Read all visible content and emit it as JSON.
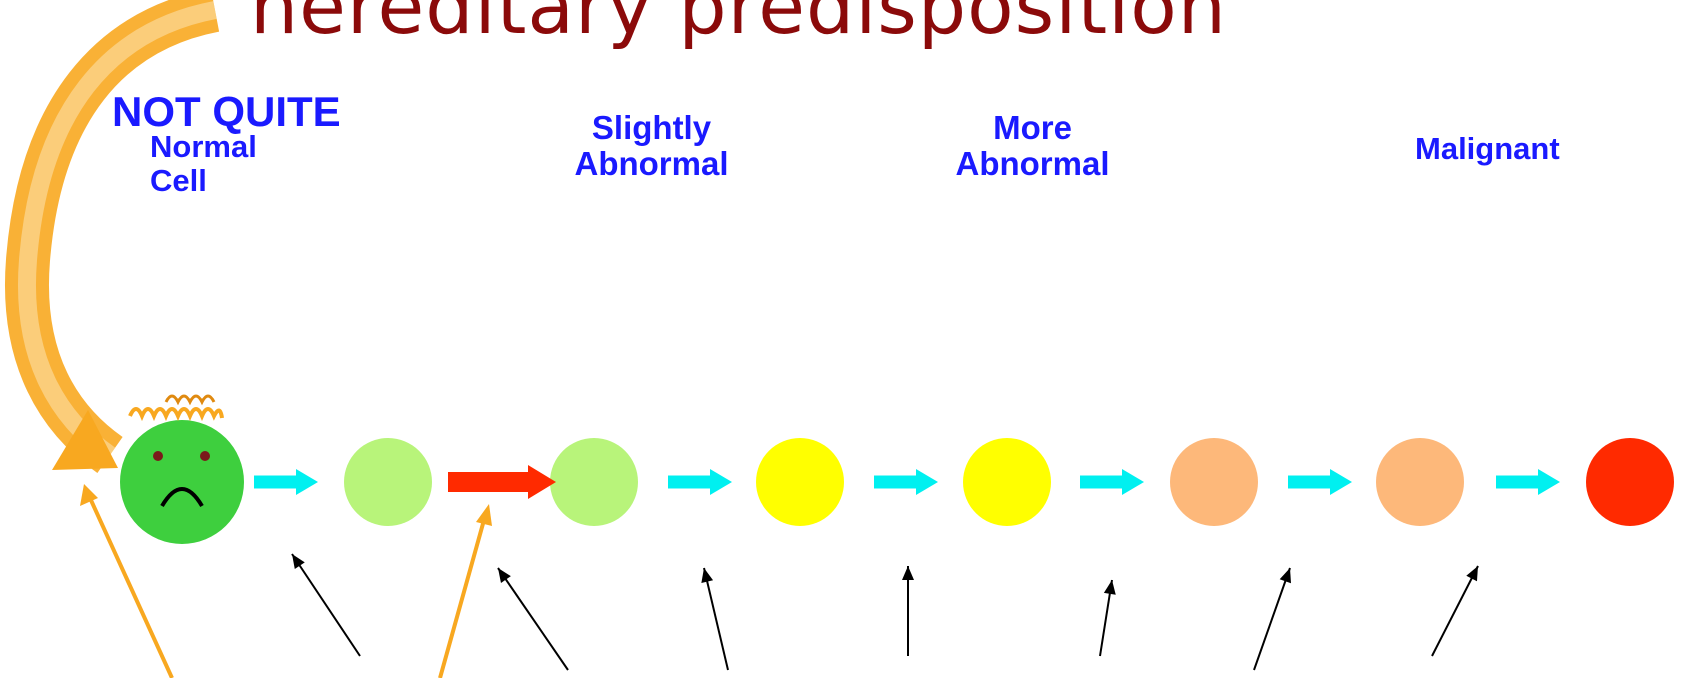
{
  "title": "hereditary predisposition",
  "stage_labels": {
    "not_quite": "NOT QUITE",
    "normal_line1": "Normal",
    "normal_line2": "Cell",
    "slightly_line1": "Slightly",
    "slightly_line2": "Abnormal",
    "more_line1": "More",
    "more_line2": "Abnormal",
    "malignant": "Malignant"
  },
  "cells": [
    {
      "name": "normal-cell-sad",
      "color": "#3ecf3e",
      "has_face": true
    },
    {
      "name": "cell-2",
      "color": "#b8f47a"
    },
    {
      "name": "cell-3",
      "color": "#b8f47a"
    },
    {
      "name": "cell-4",
      "color": "#ffff00"
    },
    {
      "name": "cell-5",
      "color": "#ffff00"
    },
    {
      "name": "cell-6",
      "color": "#fdb87a"
    },
    {
      "name": "cell-7",
      "color": "#fdb87a"
    },
    {
      "name": "cell-8",
      "color": "#ff2a00"
    }
  ],
  "colors": {
    "title": "#8b0a0a",
    "labels": "#1a1aff",
    "step_arrow": "#00f0f0",
    "highlight_arrow": "#ff2a00",
    "hereditary_arrow": "#f8a820",
    "mutation_arrow": "#000000",
    "hereditary_line": "#f8a820"
  },
  "icons": {
    "sad_face": "sad-face-icon",
    "hair": "hair-icon"
  }
}
